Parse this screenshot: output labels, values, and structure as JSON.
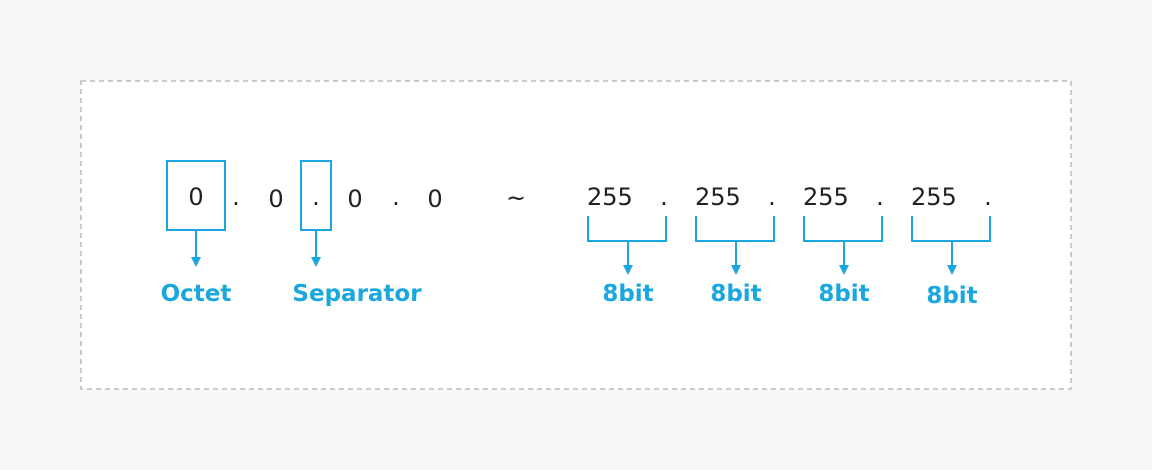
{
  "colors": {
    "accent": "#1aa7e0",
    "text": "#222222",
    "background": "#f6f7f9",
    "panel": "#ffffff",
    "border": "#b9bcc2"
  },
  "range_start": {
    "octets": [
      "0",
      "0",
      "0",
      "0"
    ],
    "separator": "."
  },
  "range_symbol": "~",
  "range_end": {
    "octets": [
      "255",
      "255",
      "255",
      "255"
    ],
    "separator": "."
  },
  "labels": {
    "octet": "Octet",
    "separator": "Separator",
    "bits": [
      "8bit",
      "8bit",
      "8bit",
      "8bit"
    ]
  }
}
